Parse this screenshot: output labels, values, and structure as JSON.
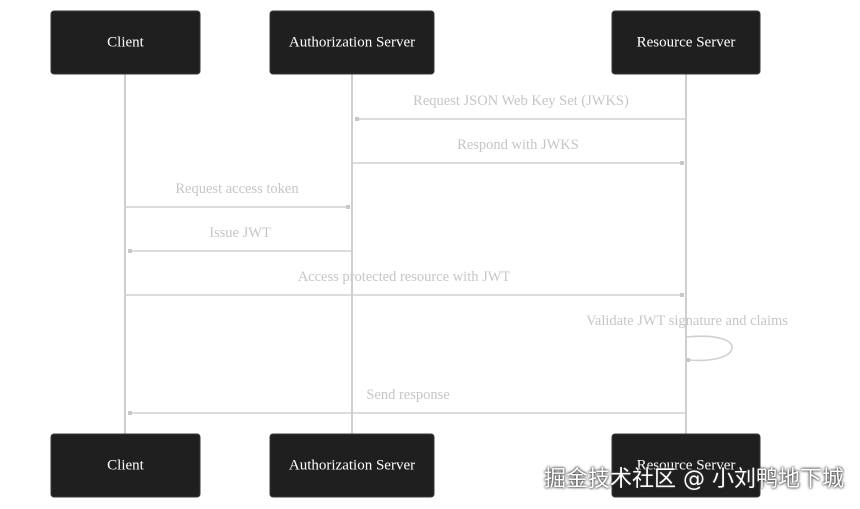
{
  "participants": [
    {
      "id": "client",
      "label": "Client"
    },
    {
      "id": "auth",
      "label": "Authorization Server"
    },
    {
      "id": "resource",
      "label": "Resource Server"
    }
  ],
  "messages": [
    {
      "id": "request-jwks",
      "from": "resource",
      "to": "auth",
      "label": "Request JSON Web Key Set (JWKS)"
    },
    {
      "id": "respond-jwks",
      "from": "auth",
      "to": "resource",
      "label": "Respond with JWKS"
    },
    {
      "id": "request-token",
      "from": "client",
      "to": "auth",
      "label": "Request access token"
    },
    {
      "id": "issue-jwt",
      "from": "auth",
      "to": "client",
      "label": "Issue JWT"
    },
    {
      "id": "access-resource",
      "from": "client",
      "to": "resource",
      "label": "Access protected resource with JWT"
    },
    {
      "id": "validate-jwt",
      "from": "resource",
      "to": "resource",
      "label": "Validate JWT signature and claims"
    },
    {
      "id": "send-response",
      "from": "resource",
      "to": "client",
      "label": "Send response"
    }
  ],
  "watermark": "掘金技术社区 @ 小刘鸭地下城"
}
